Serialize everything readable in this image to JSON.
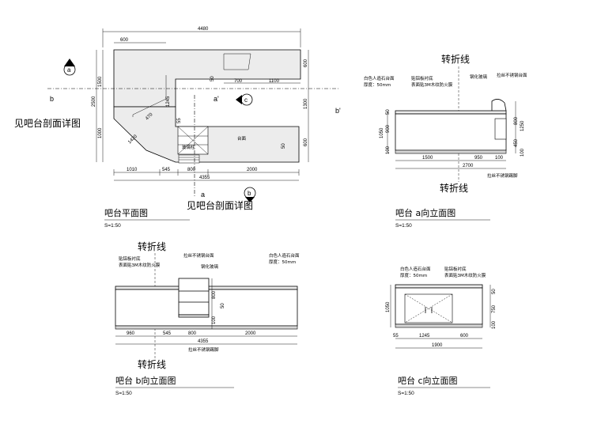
{
  "plan": {
    "title": "吧台平面图",
    "scale": "S=1:50",
    "dims": {
      "top_total": "4480",
      "top_left": "600",
      "top_mid1": "700",
      "top_mid2": "1100",
      "left_1500": "1500",
      "left_2500": "2500",
      "left_1000": "1000",
      "right_600a": "600",
      "right_1300": "1300",
      "right_600b": "600",
      "d_1245": "1245",
      "d_470": "470",
      "d_1420": "1420",
      "d_55": "55",
      "d_50a": "50",
      "d_50b": "50",
      "bot_1010": "1010",
      "bot_545": "545",
      "bot_800": "800",
      "bot_2000": "2000",
      "bot_4355": "4355"
    },
    "labels": {
      "glass": "玻璃柱",
      "counter": "台面"
    },
    "markers": {
      "a": "a",
      "b": "b",
      "c": "c",
      "a_prime": "a'",
      "b_prime": "b'",
      "a_bottom": "a"
    },
    "section_note_left": "见吧台剖面详图",
    "section_note_bottom": "见吧台剖面详图"
  },
  "elev_a": {
    "title": "吧台  a向立面图",
    "scale": "S=1:50",
    "fold_label": "转折线",
    "fold_label_bottom": "转折线",
    "notes": {
      "stone_top": "白色人造石台面",
      "thickness": "厚度：50mm",
      "alu": "贴铝板衬底",
      "veneer": "表面贴3M木纹防火膜",
      "tempered": "钢化玻璃",
      "ss_top": "拉丝不锈钢台面",
      "ss_kick": "拉丝不锈钢踢脚"
    },
    "dims": {
      "h_1050": "1050",
      "h_900": "900",
      "h_50": "50",
      "h_100": "100",
      "r_800": "800",
      "r_1250": "1250",
      "r_450": "450",
      "r_100": "100",
      "w_1500": "1500",
      "w_950": "950",
      "w_100": "100",
      "w_2700": "2700"
    }
  },
  "elev_b": {
    "title": "吧台  b向立面图",
    "scale": "S=1:50",
    "fold_label": "转折线",
    "fold_label_bottom": "转折线",
    "notes": {
      "alu": "贴铝板衬底",
      "veneer": "表面贴3M木纹防火膜",
      "ss_top": "拉丝不锈钢台面",
      "tempered": "钢化玻璃",
      "stone_top": "白色人造石台面",
      "thickness": "厚度：50mm",
      "ss_kick": "拉丝不锈钢踢脚"
    },
    "dims": {
      "v_800": "800",
      "v_50": "50",
      "v_100": "100",
      "w_960": "960",
      "w_545": "545",
      "w_800": "800",
      "w_2000": "2000",
      "w_4355": "4355"
    }
  },
  "elev_c": {
    "title": "吧台  c向立面图",
    "scale": "S=1:50",
    "notes": {
      "stone_top": "白色人造石台面",
      "thickness": "厚度：50mm",
      "alu": "贴铝板衬底",
      "veneer": "表面贴3M木纹防火膜"
    },
    "dims": {
      "h_1050": "1050",
      "r_50": "50",
      "r_750": "750",
      "r_100": "100",
      "w_55": "55",
      "w_1245": "1245",
      "w_600": "600",
      "w_1900": "1900"
    }
  }
}
